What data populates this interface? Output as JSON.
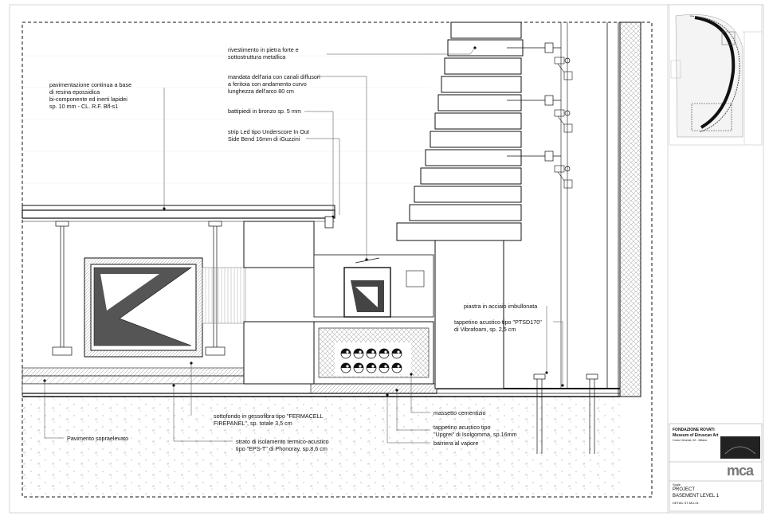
{
  "labels": {
    "pavimentazione": [
      "pavimentazione continua a base",
      "di resina epossidica",
      "bi-componente ed inerti lapidei",
      "sp. 10 mm - CL. R.F. Bfl-s1"
    ],
    "rivestimento": [
      "rivestimento in pietra forte e",
      "sottostruttura metallica"
    ],
    "mandata": [
      "mandata dell'aria con canali diffusori",
      "a feritoia con andamento curvo",
      "lunghezza dell'arco 80 cm"
    ],
    "battipiedi": [
      "battipiedi in bronzo sp. 5 mm"
    ],
    "strip": [
      "strip Led tipo Underscore In Out",
      "Side Bend 16mm di iGuzzini"
    ],
    "piastra": [
      "piastra in acciaio imbullonata"
    ],
    "tappetino_ptsd": [
      "tappetino acustico tipo \"PTSD170\"",
      "di Vibrafoam, sp. 2,5 cm"
    ],
    "sottofondo": [
      "sottofondo in gessofibra tipo \"FERMACELL",
      "FIREPANEL\", sp. totale 3,5 cm"
    ],
    "strato": [
      "strato di isolamento termico-acustico",
      "tipo \"EPS-T\" di Phonoray, sp.8,6 cm"
    ],
    "pavimento": [
      "Pavimento sopraelevato"
    ],
    "massetto": [
      "massetto cementizio"
    ],
    "tappetino_upgrei": [
      "tappetino acustico tipo",
      "\"Upgrei\" di Isolgomma, sp.16mm"
    ],
    "barriera": [
      "barriera al vapore"
    ]
  },
  "title_block": {
    "client": "FONDAZIONE ROVATI",
    "museum": "Museum of Etruscan Art",
    "address": "Corso Venezia, 52 - Milano",
    "logo": "mca",
    "scale": "Scale",
    "project_label": "PROJECT",
    "level": "BASEMENT LEVEL 1",
    "detail": "DETAIL ST-MU-01"
  },
  "colors": {
    "line": "#111111",
    "hatch": "#777777",
    "concrete_dots": "#8a8a8a",
    "stone_fill": "#ffffff"
  }
}
